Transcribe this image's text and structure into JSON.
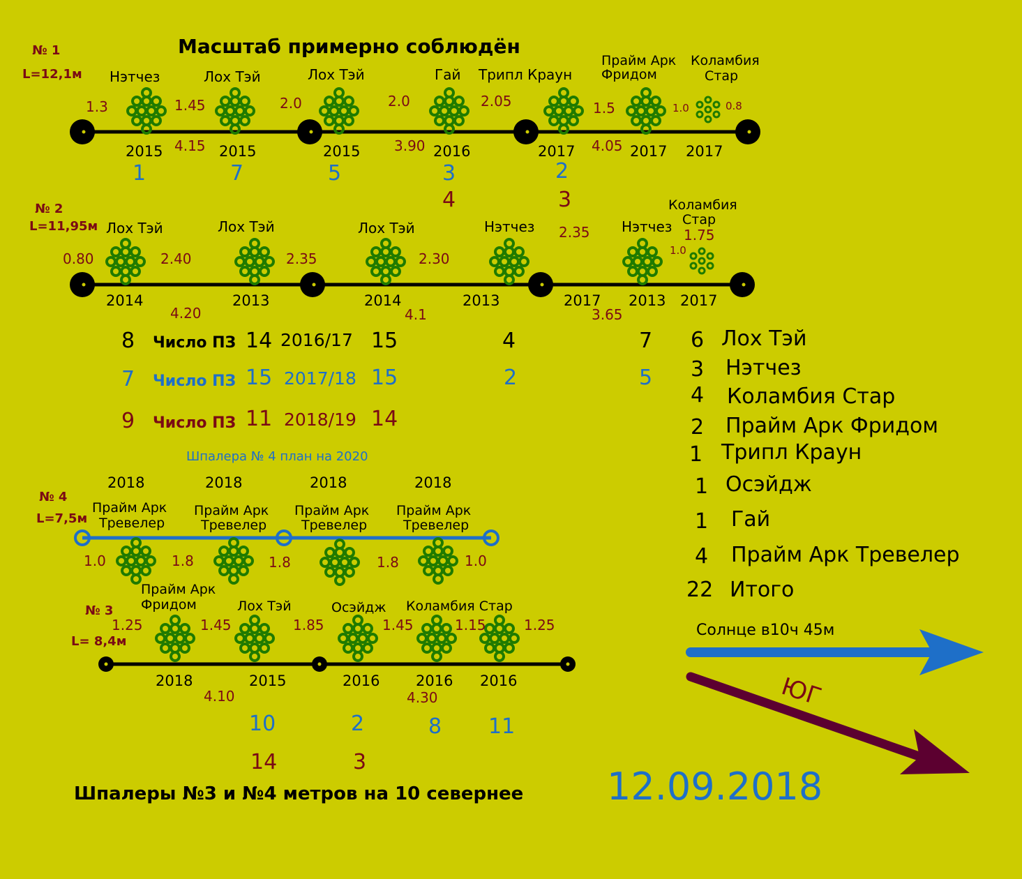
{
  "title": "Масштаб примерно соблюдён",
  "colors": {
    "background": "#cccc00",
    "tree": "#1f7a00",
    "black": "#000000",
    "maroon": "#7a0a14",
    "blue": "#1e6fc8",
    "arrow_south": "#5c0030"
  },
  "rows": {
    "row1": {
      "number": "№ 1",
      "length": "L=12,1м",
      "trees": [
        {
          "name": "Нэтчез",
          "year": "2015",
          "count": "1"
        },
        {
          "name": "Лох Тэй",
          "year": "2015",
          "count": "7"
        },
        {
          "name": "Лох Тэй",
          "year": "2015",
          "count": "5"
        },
        {
          "name": "Гай",
          "year": "2016",
          "count": "3",
          "count2": "4"
        },
        {
          "name": "Трипл Краун",
          "year": "2017",
          "count": "2",
          "count2": "3"
        },
        {
          "name": "Прайм Арк Фридом",
          "year": "2017"
        },
        {
          "name": "Коламбия Стар",
          "year": "2017"
        }
      ],
      "gaps_above": [
        "1.3",
        "1.45",
        "2.0",
        "2.0",
        "2.05",
        "1.5",
        "1.0",
        "0.8"
      ],
      "sections": [
        "4.15",
        "3.90",
        "4.05"
      ]
    },
    "row2": {
      "number": "№ 2",
      "length": "L=11,95м",
      "trees": [
        {
          "name": "Лох Тэй",
          "year": "2014"
        },
        {
          "name": "Лох Тэй",
          "year": "2013"
        },
        {
          "name": "Лох Тэй",
          "year": "2014"
        },
        {
          "name": "Нэтчез",
          "year": "2013"
        },
        {
          "name": "",
          "year": "2017"
        },
        {
          "name": "Нэтчез",
          "year": "2013"
        },
        {
          "name": "Коламбия Стар",
          "year": "2017"
        }
      ],
      "gaps_above": [
        "0.80",
        "2.40",
        "2.35",
        "2.30",
        "2.35",
        "1.0",
        "1.75"
      ],
      "sections": [
        "4.20",
        "4.1",
        "3.65"
      ]
    },
    "row4": {
      "number": "№ 4",
      "length": "L=7,5м",
      "caption": "Шпалера № 4  план на 2020",
      "trees": [
        {
          "name": "Прайм Арк Тревелер",
          "year": "2018"
        },
        {
          "name": "Прайм Арк Тревелер",
          "year": "2018"
        },
        {
          "name": "Прайм Арк Тревелер",
          "year": "2018"
        },
        {
          "name": "Прайм Арк Тревелер",
          "year": "2018"
        }
      ],
      "gaps": [
        "1.0",
        "1.8",
        "1.8",
        "1.8",
        "1.0"
      ]
    },
    "row3": {
      "number": "№ 3",
      "length": "L= 8,4м",
      "trees": [
        {
          "name": "Прайм Арк Фридом",
          "year": "2018"
        },
        {
          "name": "Лох Тэй",
          "year": "2015",
          "count": "10",
          "count2": "14"
        },
        {
          "name": "Осэйдж",
          "year": "2016",
          "count": "2",
          "count2": "3"
        },
        {
          "name": "Коламбия Стар",
          "year": "2016",
          "count": "8"
        },
        {
          "name": "",
          "year": "2016",
          "count": "11"
        }
      ],
      "gaps_above": [
        "1.25",
        "1.45",
        "1.85",
        "1.45",
        "1.15",
        "1.25"
      ],
      "sections": [
        "4.10",
        "4.30"
      ]
    }
  },
  "counts": [
    {
      "a": "8",
      "label": "Число ПЗ",
      "b": "14",
      "season": "2016/17",
      "c": "15",
      "d": "4",
      "e": "7"
    },
    {
      "a": "7",
      "label": "Число ПЗ",
      "b": "15",
      "season": "2017/18",
      "c": "15",
      "d": "2",
      "e": "5"
    },
    {
      "a": "9",
      "label": "Число ПЗ",
      "b": "11",
      "season": "2018/19",
      "c": "14"
    }
  ],
  "varieties": [
    {
      "n": "6",
      "name": "Лох Тэй"
    },
    {
      "n": "3",
      "name": "Нэтчез"
    },
    {
      "n": "4",
      "name": "Коламбия Стар"
    },
    {
      "n": "2",
      "name": "Прайм Арк Фридом"
    },
    {
      "n": "1",
      "name": "Трипл Краун"
    },
    {
      "n": "1",
      "name": "Осэйдж"
    },
    {
      "n": "1",
      "name": "Гай"
    },
    {
      "n": "4",
      "name": "Прайм Арк Тревелер"
    },
    {
      "n": "22",
      "name": "Итого"
    }
  ],
  "sun_label": "Солнце в10ч 45м",
  "south_label": "ЮГ",
  "footer_note": "Шпалеры №3 и №4  метров на 10 севернее",
  "date": "12.09.2018"
}
